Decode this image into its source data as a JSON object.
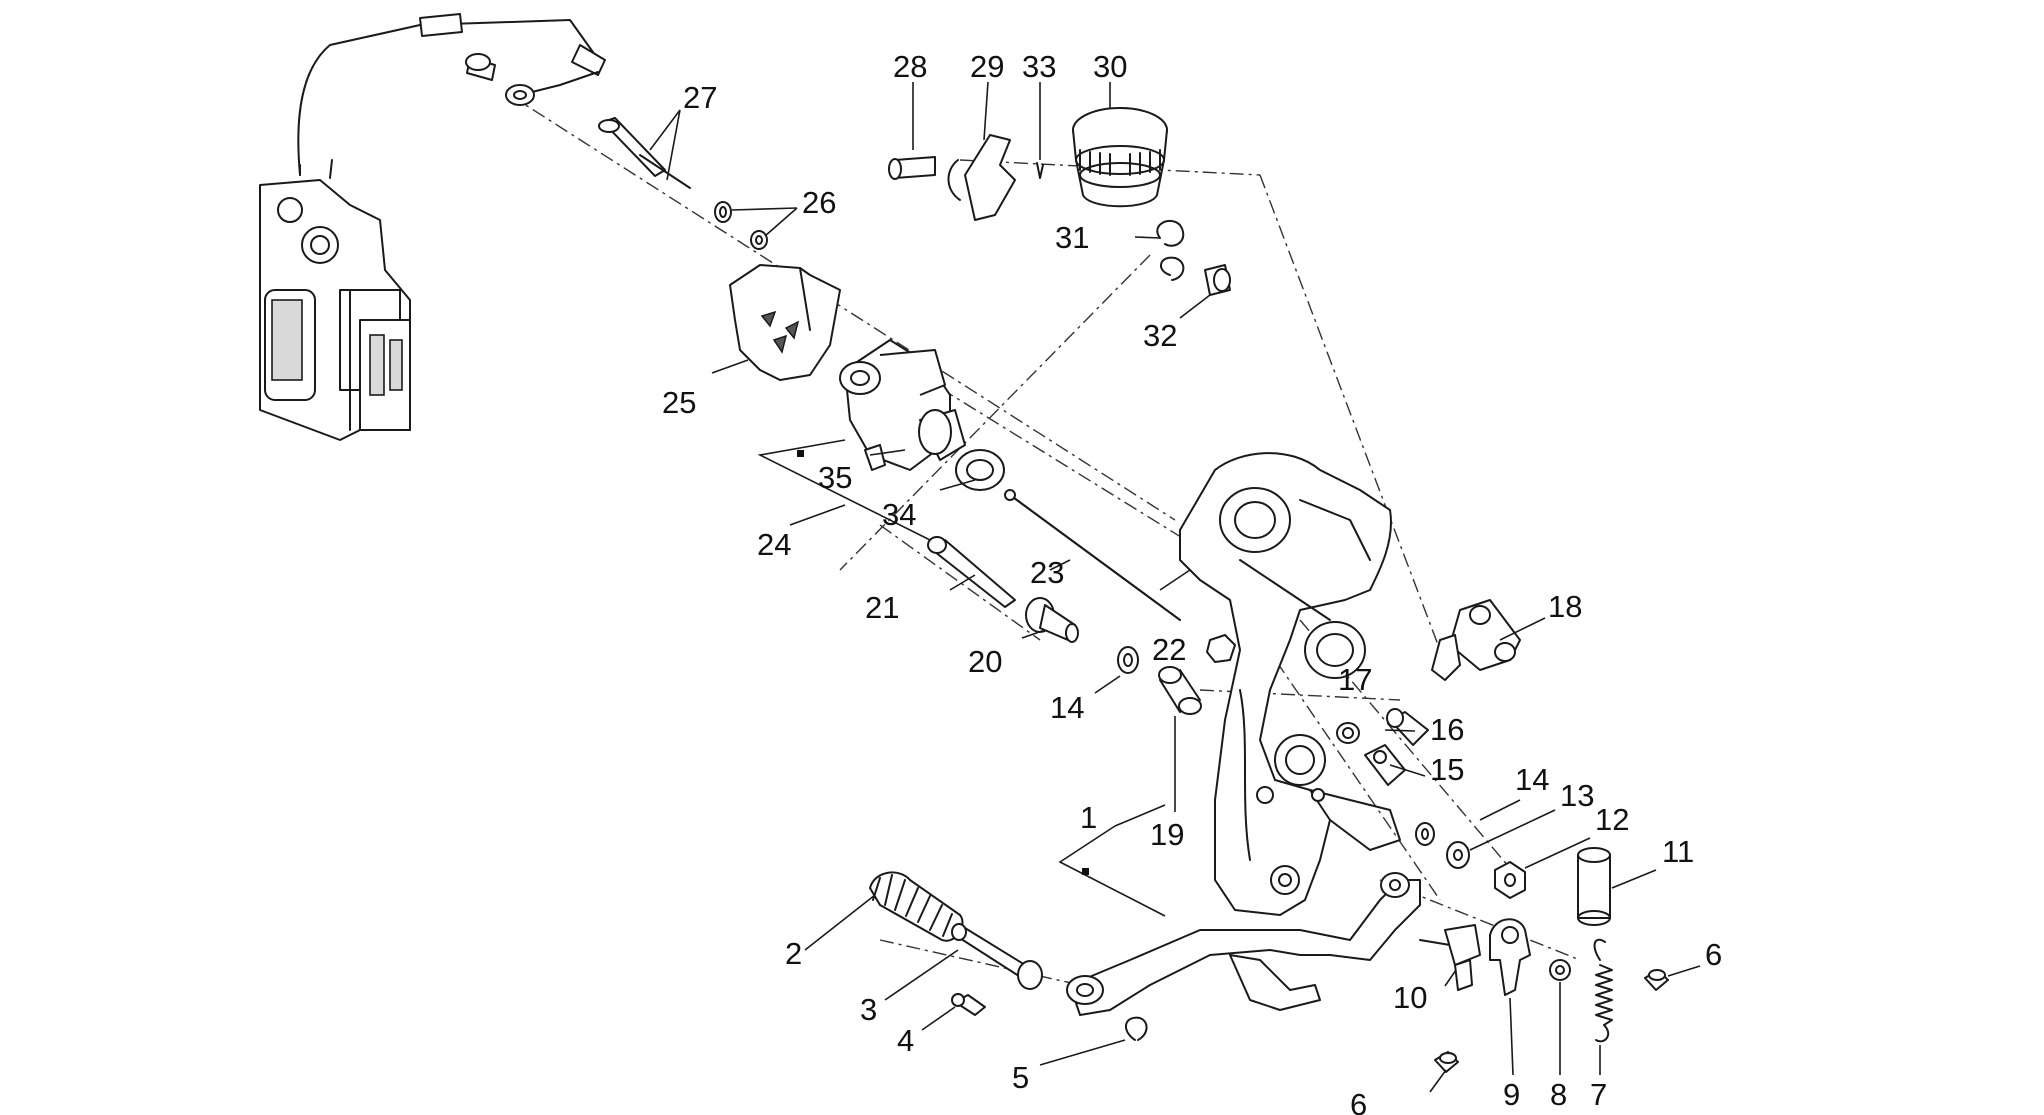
{
  "diagram": {
    "callouts": {
      "c1": "1",
      "c2": "2",
      "c3": "3",
      "c4": "4",
      "c5": "5",
      "c6a": "6",
      "c6b": "6",
      "c7": "7",
      "c8": "8",
      "c9": "9",
      "c10": "10",
      "c11": "11",
      "c12": "12",
      "c13": "13",
      "c14a": "14",
      "c14b": "14",
      "c15": "15",
      "c16": "16",
      "c17": "17",
      "c18": "18",
      "c19": "19",
      "c20": "20",
      "c21": "21",
      "c22": "22",
      "c23": "23",
      "c24": "24",
      "c25": "25",
      "c26": "26",
      "c27": "27",
      "c28": "28",
      "c29": "29",
      "c30": "30",
      "c31": "31",
      "c32": "32",
      "c33": "33",
      "c34": "34",
      "c35": "35"
    }
  }
}
